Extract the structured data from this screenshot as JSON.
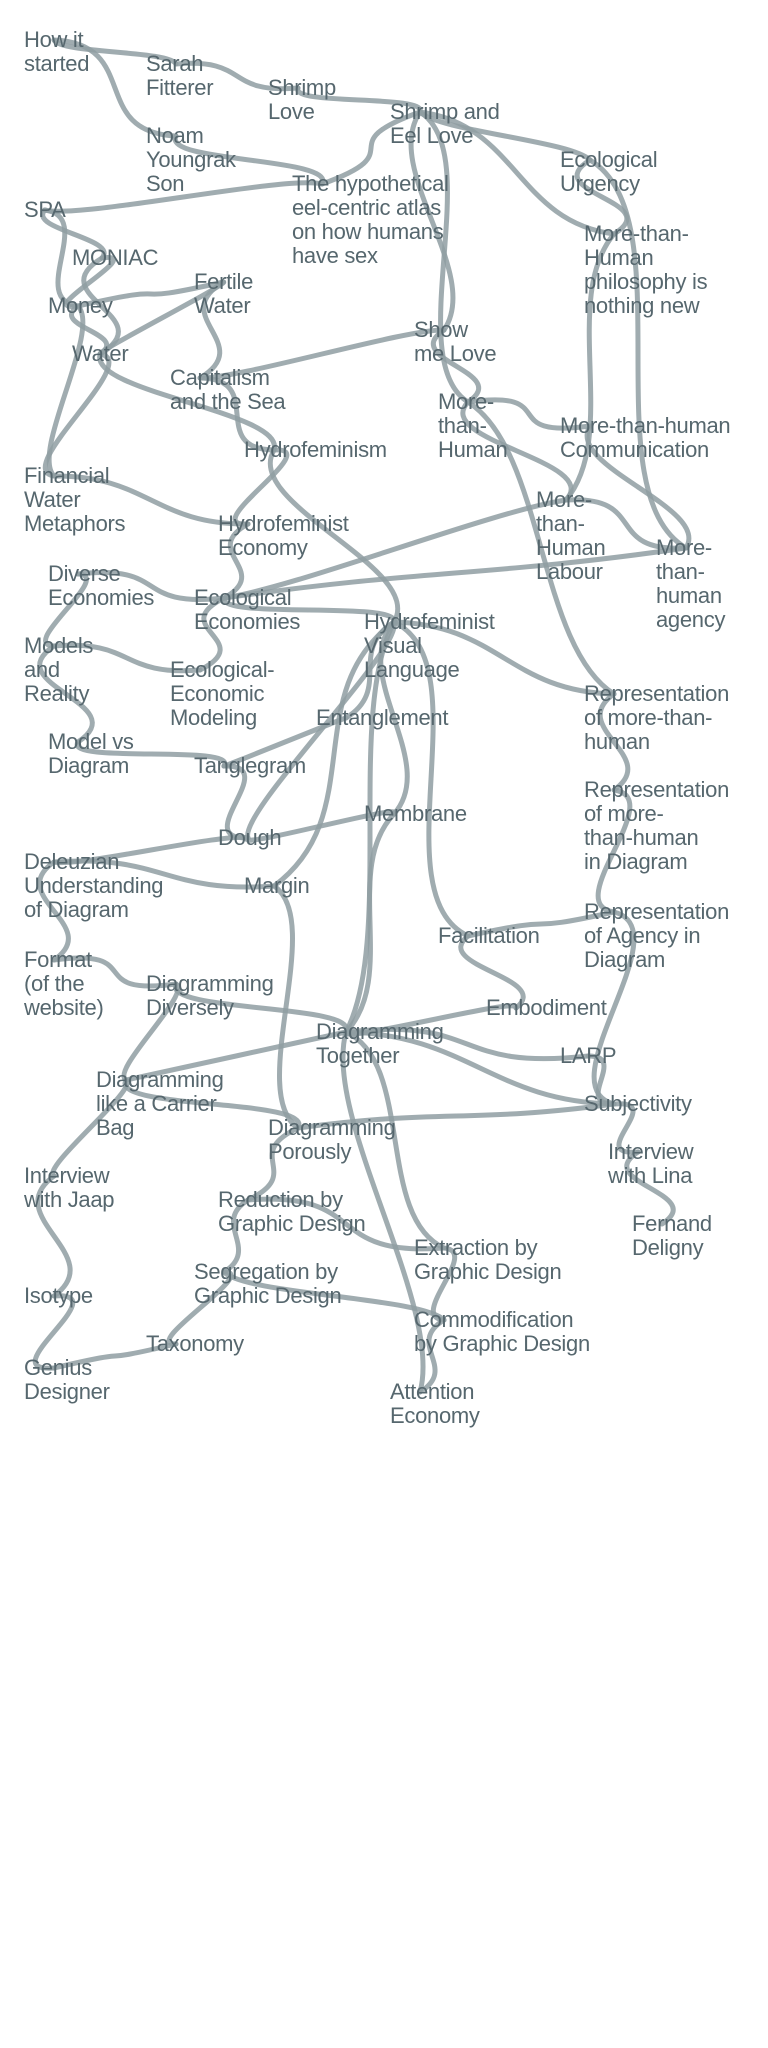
{
  "nodes": [
    {
      "id": "how-it-started",
      "label": "How it\nstarted"
    },
    {
      "id": "sarah-fitterer",
      "label": "Sarah\nFitterer"
    },
    {
      "id": "shrimp-love",
      "label": "Shrimp\nLove"
    },
    {
      "id": "shrimp-and-eel-love",
      "label": "Shrimp and\nEel Love"
    },
    {
      "id": "ecological-urgency",
      "label": "Ecological\nUrgency"
    },
    {
      "id": "noam-youngrak-son",
      "label": "Noam\nYoungrak\nSon"
    },
    {
      "id": "eel-centric-atlas",
      "label": "The hypothetical\neel-centric atlas\non how humans\nhave sex"
    },
    {
      "id": "spa",
      "label": "SPA"
    },
    {
      "id": "more-than-human-philosophy",
      "label": "More-than-\nHuman\nphilosophy is\nnothing new"
    },
    {
      "id": "moniac",
      "label": "MONIAC"
    },
    {
      "id": "fertile-water",
      "label": "Fertile\nWater"
    },
    {
      "id": "money",
      "label": "Money"
    },
    {
      "id": "show-me-love",
      "label": "Show\nme Love"
    },
    {
      "id": "water",
      "label": "Water"
    },
    {
      "id": "capitalism-and-the-sea",
      "label": "Capitalism\nand the Sea"
    },
    {
      "id": "more-than-human",
      "label": "More-\nthan-\nHuman"
    },
    {
      "id": "more-than-human-communication",
      "label": "More-than-human\nCommunication"
    },
    {
      "id": "hydrofeminism",
      "label": "Hydrofeminism"
    },
    {
      "id": "financial-water-metaphors",
      "label": "Financial\nWater\nMetaphors"
    },
    {
      "id": "more-than-human-labour",
      "label": "More-\nthan-\nHuman\nLabour"
    },
    {
      "id": "hydrofeminist-economy",
      "label": "Hydrofeminist\nEconomy"
    },
    {
      "id": "more-than-human-agency",
      "label": "More-\nthan-\nhuman\nagency"
    },
    {
      "id": "diverse-economies",
      "label": "Diverse\nEconomies"
    },
    {
      "id": "ecological-economies",
      "label": "Ecological\nEconomies"
    },
    {
      "id": "hydrofeminist-visual-language",
      "label": "Hydrofeminist\nVisual\nLanguage"
    },
    {
      "id": "models-and-reality",
      "label": "Models\nand\nReality"
    },
    {
      "id": "ecological-economic-modeling",
      "label": "Ecological-\nEconomic\nModeling"
    },
    {
      "id": "entanglement",
      "label": "Entanglement"
    },
    {
      "id": "representation-of-more-than-human",
      "label": "Representation\nof more-than-\nhuman"
    },
    {
      "id": "model-vs-diagram",
      "label": "Model vs\nDiagram"
    },
    {
      "id": "tanglegram",
      "label": "Tanglegram"
    },
    {
      "id": "representation-in-diagram",
      "label": "Representation\nof more-\nthan-human\nin Diagram"
    },
    {
      "id": "membrane",
      "label": "Membrane"
    },
    {
      "id": "dough",
      "label": "Dough"
    },
    {
      "id": "deleuzian-understanding",
      "label": "Deleuzian\nUnderstanding\nof Diagram"
    },
    {
      "id": "margin",
      "label": "Margin"
    },
    {
      "id": "representation-of-agency",
      "label": "Representation\nof Agency in\nDiagram"
    },
    {
      "id": "facilitation",
      "label": "Facilitation"
    },
    {
      "id": "format-of-website",
      "label": "Format\n(of the\nwebsite)"
    },
    {
      "id": "diagramming-diversely",
      "label": "Diagramming\nDiversely"
    },
    {
      "id": "embodiment",
      "label": "Embodiment"
    },
    {
      "id": "diagramming-together",
      "label": "Diagramming\nTogether"
    },
    {
      "id": "larp",
      "label": "LARP"
    },
    {
      "id": "diagramming-carrier-bag",
      "label": "Diagramming\nlike a Carrier\nBag"
    },
    {
      "id": "subjectivity",
      "label": "Subjectivity"
    },
    {
      "id": "diagramming-porously",
      "label": "Diagramming\nPorously"
    },
    {
      "id": "interview-with-lina",
      "label": "Interview\nwith Lina"
    },
    {
      "id": "interview-with-jaap",
      "label": "Interview\nwith Jaap"
    },
    {
      "id": "reduction-by-graphic-design",
      "label": "Reduction by\nGraphic Design"
    },
    {
      "id": "fernand-deligny",
      "label": "Fernand\nDeligny"
    },
    {
      "id": "extraction-by-graphic-design",
      "label": "Extraction by\nGraphic Design"
    },
    {
      "id": "segregation-by-graphic-design",
      "label": "Segregation by\nGraphic Design"
    },
    {
      "id": "isotype",
      "label": "Isotype"
    },
    {
      "id": "commodification-by-graphic-design",
      "label": "Commodification\nby Graphic Design"
    },
    {
      "id": "taxonomy",
      "label": "Taxonomy"
    },
    {
      "id": "genius-designer",
      "label": "Genius\nDesigner"
    },
    {
      "id": "attention-economy",
      "label": "Attention\nEconomy"
    }
  ],
  "edges": [
    [
      "how-it-started",
      "sarah-fitterer"
    ],
    [
      "sarah-fitterer",
      "shrimp-love"
    ],
    [
      "shrimp-love",
      "shrimp-and-eel-love"
    ],
    [
      "how-it-started",
      "noam-youngrak-son"
    ],
    [
      "noam-youngrak-son",
      "eel-centric-atlas"
    ],
    [
      "eel-centric-atlas",
      "shrimp-and-eel-love"
    ],
    [
      "shrimp-and-eel-love",
      "ecological-urgency"
    ],
    [
      "shrimp-and-eel-love",
      "more-than-human-philosophy"
    ],
    [
      "shrimp-and-eel-love",
      "show-me-love"
    ],
    [
      "shrimp-and-eel-love",
      "more-than-human"
    ],
    [
      "ecological-urgency",
      "more-than-human-philosophy"
    ],
    [
      "ecological-urgency",
      "more-than-human-agency"
    ],
    [
      "spa",
      "moniac"
    ],
    [
      "spa",
      "money"
    ],
    [
      "spa",
      "eel-centric-atlas"
    ],
    [
      "moniac",
      "money"
    ],
    [
      "moniac",
      "water"
    ],
    [
      "money",
      "fertile-water"
    ],
    [
      "money",
      "water"
    ],
    [
      "fertile-water",
      "water"
    ],
    [
      "fertile-water",
      "capitalism-and-the-sea"
    ],
    [
      "water",
      "financial-water-metaphors"
    ],
    [
      "water",
      "hydrofeminism"
    ],
    [
      "money",
      "financial-water-metaphors"
    ],
    [
      "capitalism-and-the-sea",
      "show-me-love"
    ],
    [
      "capitalism-and-the-sea",
      "hydrofeminism"
    ],
    [
      "show-me-love",
      "more-than-human"
    ],
    [
      "more-than-human",
      "more-than-human-communication"
    ],
    [
      "more-than-human",
      "more-than-human-labour"
    ],
    [
      "more-than-human",
      "representation-of-more-than-human"
    ],
    [
      "more-than-human-philosophy",
      "more-than-human-labour"
    ],
    [
      "more-than-human-labour",
      "more-than-human-agency"
    ],
    [
      "more-than-human-communication",
      "more-than-human-agency"
    ],
    [
      "hydrofeminism",
      "hydrofeminist-economy"
    ],
    [
      "hydrofeminism",
      "hydrofeminist-visual-language"
    ],
    [
      "financial-water-metaphors",
      "hydrofeminist-economy"
    ],
    [
      "hydrofeminist-economy",
      "ecological-economies"
    ],
    [
      "diverse-economies",
      "ecological-economies"
    ],
    [
      "ecological-economies",
      "hydrofeminist-visual-language"
    ],
    [
      "ecological-economies",
      "more-than-human-agency"
    ],
    [
      "ecological-economies",
      "more-than-human-labour"
    ],
    [
      "models-and-reality",
      "ecological-economic-modeling"
    ],
    [
      "models-and-reality",
      "diverse-economies"
    ],
    [
      "ecological-economic-modeling",
      "ecological-economies"
    ],
    [
      "model-vs-diagram",
      "tanglegram"
    ],
    [
      "model-vs-diagram",
      "models-and-reality"
    ],
    [
      "hydrofeminist-visual-language",
      "entanglement"
    ],
    [
      "hydrofeminist-visual-language",
      "representation-of-more-than-human"
    ],
    [
      "hydrofeminist-visual-language",
      "membrane"
    ],
    [
      "hydrofeminist-visual-language",
      "dough"
    ],
    [
      "hydrofeminist-visual-language",
      "margin"
    ],
    [
      "hydrofeminist-visual-language",
      "facilitation"
    ],
    [
      "hydrofeminist-visual-language",
      "diagramming-together"
    ],
    [
      "entanglement",
      "tanglegram"
    ],
    [
      "representation-of-more-than-human",
      "representation-in-diagram"
    ],
    [
      "representation-in-diagram",
      "representation-of-agency"
    ],
    [
      "representation-of-agency",
      "facilitation"
    ],
    [
      "representation-of-agency",
      "subjectivity"
    ],
    [
      "deleuzian-understanding",
      "dough"
    ],
    [
      "deleuzian-understanding",
      "margin"
    ],
    [
      "deleuzian-understanding",
      "format-of-website"
    ],
    [
      "format-of-website",
      "diagramming-diversely"
    ],
    [
      "diagramming-diversely",
      "diagramming-together"
    ],
    [
      "diagramming-diversely",
      "diagramming-carrier-bag"
    ],
    [
      "membrane",
      "diagramming-together"
    ],
    [
      "margin",
      "diagramming-porously"
    ],
    [
      "facilitation",
      "embodiment"
    ],
    [
      "embodiment",
      "diagramming-together"
    ],
    [
      "larp",
      "diagramming-together"
    ],
    [
      "larp",
      "subjectivity"
    ],
    [
      "subjectivity",
      "diagramming-together"
    ],
    [
      "subjectivity",
      "interview-with-lina"
    ],
    [
      "interview-with-lina",
      "fernand-deligny"
    ],
    [
      "diagramming-carrier-bag",
      "diagramming-together"
    ],
    [
      "diagramming-carrier-bag",
      "diagramming-porously"
    ],
    [
      "diagramming-carrier-bag",
      "interview-with-jaap"
    ],
    [
      "diagramming-porously",
      "reduction-by-graphic-design"
    ],
    [
      "diagramming-porously",
      "subjectivity"
    ],
    [
      "interview-with-jaap",
      "isotype"
    ],
    [
      "reduction-by-graphic-design",
      "extraction-by-graphic-design"
    ],
    [
      "reduction-by-graphic-design",
      "segregation-by-graphic-design"
    ],
    [
      "extraction-by-graphic-design",
      "commodification-by-graphic-design"
    ],
    [
      "segregation-by-graphic-design",
      "commodification-by-graphic-design"
    ],
    [
      "segregation-by-graphic-design",
      "taxonomy"
    ],
    [
      "taxonomy",
      "genius-designer"
    ],
    [
      "isotype",
      "genius-designer"
    ],
    [
      "commodification-by-graphic-design",
      "attention-economy"
    ],
    [
      "diagramming-together",
      "extraction-by-graphic-design"
    ],
    [
      "diagramming-together",
      "attention-economy"
    ],
    [
      "tanglegram",
      "dough"
    ],
    [
      "dough",
      "membrane"
    ]
  ]
}
